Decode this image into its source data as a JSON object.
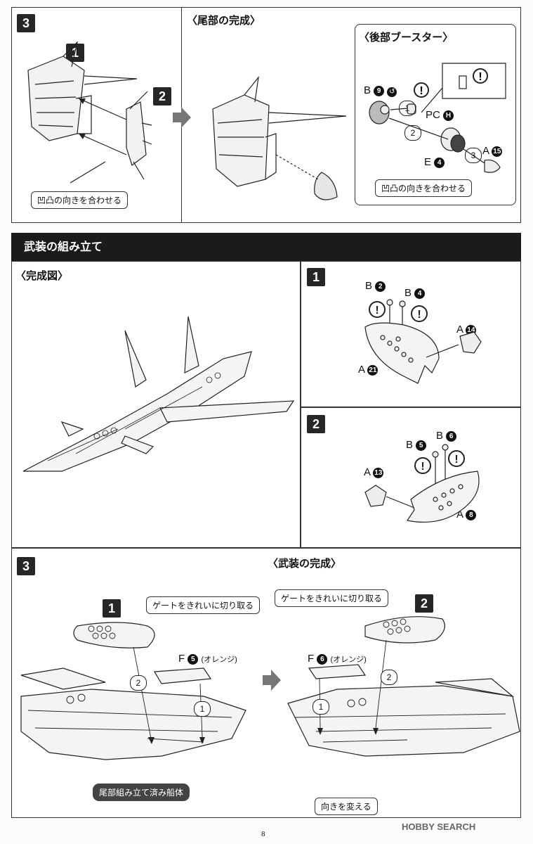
{
  "top": {
    "step_num": "3",
    "mid_title": "〈尾部の完成〉",
    "booster_title": "〈後部ブースター〉",
    "part1_num": "1",
    "part2_num": "2",
    "note_align": "凹凸の向きを合わせる",
    "booster_note_align": "凹凸の向きを合わせる",
    "booster_b": "B",
    "booster_b_num": "9",
    "booster_pc": "PC",
    "booster_pc_letter": "H",
    "booster_e": "E",
    "booster_e_num": "4",
    "booster_a": "A",
    "booster_a_num": "15",
    "seq1": "1",
    "seq2": "2",
    "seq3": "3"
  },
  "armament": {
    "section_title": "武装の組み立て",
    "complete_title": "〈完成図〉",
    "step1": {
      "num": "1",
      "b_a": "B",
      "b_a_num": "2",
      "b_b": "B",
      "b_b_num": "4",
      "a_top": "A",
      "a_top_num": "14",
      "a_bottom": "A",
      "a_bottom_num": "21"
    },
    "step2": {
      "num": "2",
      "b_a": "B",
      "b_a_num": "5",
      "b_b": "B",
      "b_b_num": "6",
      "a_left": "A",
      "a_left_num": "13",
      "a_right": "A",
      "a_right_num": "8"
    }
  },
  "bottom": {
    "step_num": "3",
    "complete_title": "〈武装の完成〉",
    "left_part_num": "1",
    "right_part_num": "2",
    "gate_note_left": "ゲートをきれいに切り取る",
    "gate_note_right": "ゲートをきれいに切り取る",
    "f_left": "F",
    "f_left_num": "5",
    "f_left_color": "(オレンジ)",
    "f_right": "F",
    "f_right_num": "6",
    "f_right_color": "(オレンジ)",
    "hull_note": "尾部組み立て済み船体",
    "turn_note": "向きを変える",
    "seq1": "1",
    "seq2": "2"
  },
  "footer": {
    "page_number": "8",
    "watermark": "HOBBY SEARCH"
  }
}
